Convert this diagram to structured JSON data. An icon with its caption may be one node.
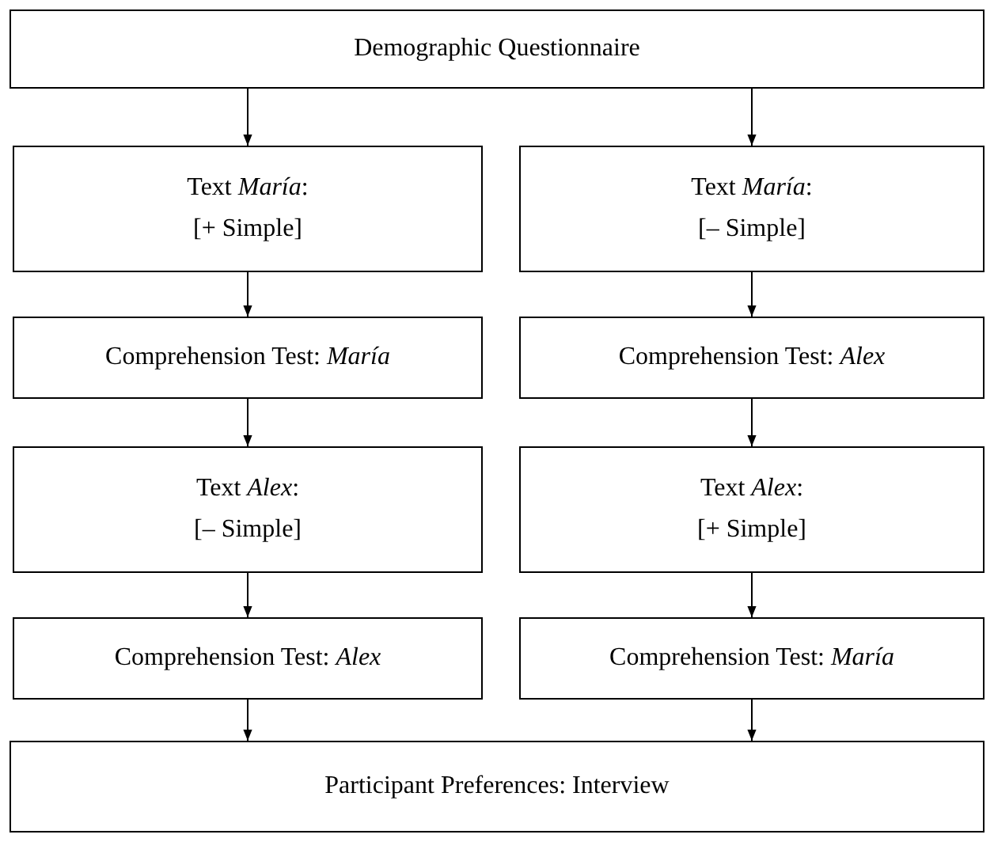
{
  "diagram": {
    "nodes": [
      {
        "text": [
          "Demographic Questionnaire"
        ]
      },
      {
        "text": [
          "Text *María*:",
          "[+ Simple]"
        ]
      },
      {
        "text": [
          "Text *María*:",
          "[– Simple]"
        ]
      },
      {
        "text": [
          "Comprehension Test: *María*"
        ]
      },
      {
        "text": [
          "Comprehension Test: *Alex*"
        ]
      },
      {
        "text": [
          "Text *Alex*:",
          "[– Simple]"
        ]
      },
      {
        "text": [
          "Text *Alex*:",
          "[+ Simple]"
        ]
      },
      {
        "text": [
          "Comprehension Test: *Alex*"
        ]
      },
      {
        "text": [
          "Comprehension Test: *María*"
        ]
      },
      {
        "text": [
          "Participant Preferences: Interview"
        ]
      }
    ],
    "edges": [
      {
        "from": 0,
        "to": 1,
        "arrow": "to"
      },
      {
        "from": 0,
        "to": 2,
        "arrow": "to"
      },
      {
        "from": 1,
        "to": 3,
        "arrow": "to"
      },
      {
        "from": 2,
        "to": 4,
        "arrow": "to"
      },
      {
        "from": 3,
        "to": 5,
        "arrow": "to"
      },
      {
        "from": 4,
        "to": 6,
        "arrow": "to"
      },
      {
        "from": 5,
        "to": 7,
        "arrow": "to"
      },
      {
        "from": 6,
        "to": 8,
        "arrow": "to"
      },
      {
        "from": 7,
        "to": 9,
        "arrow": "to"
      },
      {
        "from": 8,
        "to": 9,
        "arrow": "to"
      }
    ]
  }
}
